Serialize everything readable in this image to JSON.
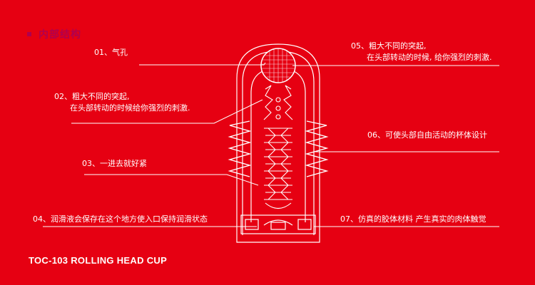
{
  "header": {
    "title": "内部结构"
  },
  "callouts": [
    {
      "id": "01",
      "text": "01、气孔"
    },
    {
      "id": "02",
      "text1": "02、粗大不同的突起,",
      "text2": "在头部转动的时候给你强烈的刺激."
    },
    {
      "id": "03",
      "text": "03、一进去就好紧"
    },
    {
      "id": "04",
      "text": "04、润滑液会保存在这个地方使入口保持润滑状态"
    },
    {
      "id": "05",
      "text1": "05、粗大不同的突起,",
      "text2": "在头部转动的时候, 给你强烈的刺激."
    },
    {
      "id": "06",
      "text": "06、可使头部自由活动的杯体设计"
    },
    {
      "id": "07",
      "text": "07、仿真的胶体材料 产生真实的肉体触觉"
    }
  ],
  "footer": {
    "product": "TOC-103  ROLLING HEAD CUP"
  },
  "colors": {
    "background": "#e60012",
    "header_accent": "#b0004e",
    "line": "#ffffff"
  }
}
